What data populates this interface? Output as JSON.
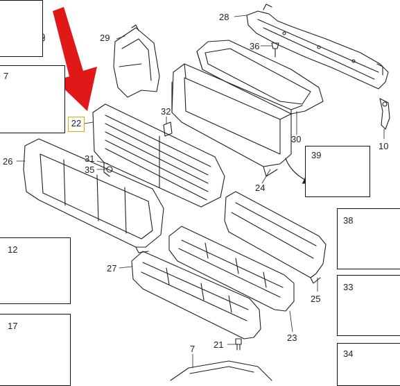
{
  "labels": {
    "p28": "28",
    "p29": "29",
    "p36": "36",
    "p32": "32",
    "p31": "31",
    "p35": "35",
    "p26": "26",
    "p30": "30",
    "p10": "10",
    "p24": "24",
    "p27": "27",
    "p25": "25",
    "p23": "23",
    "p21": "21",
    "p7_bottom": "7",
    "p22": "22"
  },
  "boxes": {
    "b7": "7",
    "b12": "12",
    "b17": "17",
    "b39": "39",
    "b38": "38",
    "b33": "33",
    "b34": "34"
  },
  "colors": {
    "arrow": "#e01818",
    "highlight": "#e8a400",
    "ink": "#1e1e1e"
  }
}
